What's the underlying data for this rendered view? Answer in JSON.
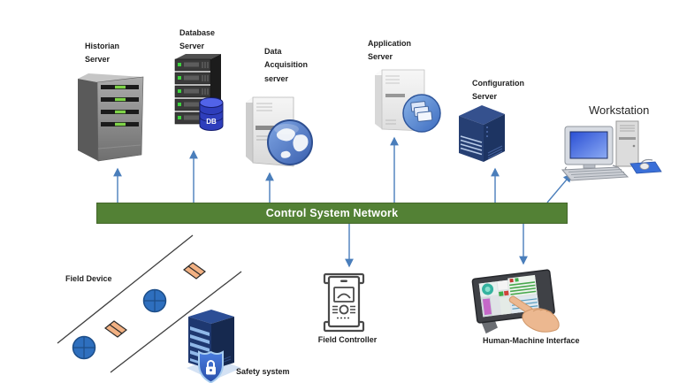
{
  "diagram": {
    "network_bus": {
      "label": "Control System Network",
      "color": "#538135"
    },
    "nodes": {
      "historian": {
        "label": "Historian\nServer"
      },
      "database": {
        "label": "Database\nServer",
        "badge": "DB"
      },
      "data_acquisition": {
        "label": "Data\nAcquisition\nserver"
      },
      "application": {
        "label": "Application\nServer"
      },
      "configuration": {
        "label": "Configuration\nServer"
      },
      "workstation": {
        "label": "Workstation"
      },
      "field_device": {
        "label": "Field Device"
      },
      "safety_system": {
        "label": "Safety system"
      },
      "field_controller": {
        "label": "Field Controller"
      },
      "hmi": {
        "label": "Human-Machine Interface"
      }
    },
    "colors": {
      "connector_blue": "#4a7ebb",
      "field_line_gray": "#3f3f3f",
      "valve_blue": "#2e6fbe",
      "instrument_orange": "#f2b183",
      "bus_green": "#538135",
      "safety_navy": "#1e3870"
    }
  }
}
